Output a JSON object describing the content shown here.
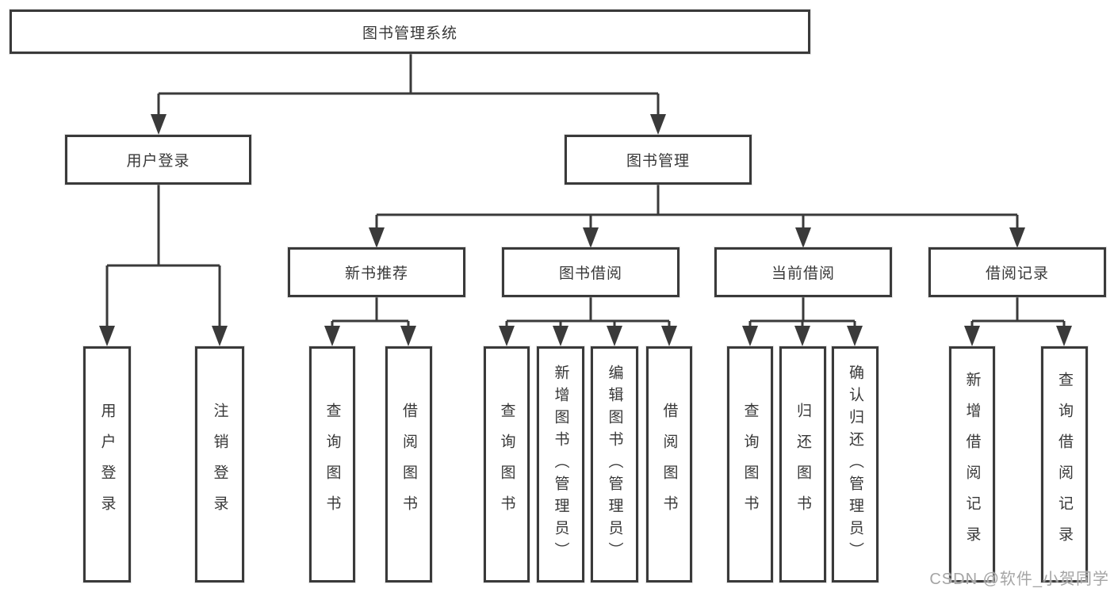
{
  "tree": {
    "label": "图书管理系统",
    "children": [
      {
        "label": "用户登录",
        "children": [
          {
            "label": "用户登录"
          },
          {
            "label": "注销登录"
          }
        ]
      },
      {
        "label": "图书管理",
        "children": [
          {
            "label": "新书推荐",
            "children": [
              {
                "label": "查询图书"
              },
              {
                "label": "借阅图书"
              }
            ]
          },
          {
            "label": "图书借阅",
            "children": [
              {
                "label": "查询图书"
              },
              {
                "label": "新增图书（管理员）"
              },
              {
                "label": "编辑图书（管理员）"
              },
              {
                "label": "借阅图书"
              }
            ]
          },
          {
            "label": "当前借阅",
            "children": [
              {
                "label": "查询图书"
              },
              {
                "label": "归还图书"
              },
              {
                "label": "确认归还（管理员）"
              }
            ]
          },
          {
            "label": "借阅记录",
            "children": [
              {
                "label": "新增借阅记录"
              },
              {
                "label": "查询借阅记录"
              }
            ]
          }
        ]
      }
    ]
  },
  "watermark": "CSDN @软件_小贺同学",
  "colors": {
    "line": "#3a3a3a",
    "text": "#383838",
    "wm": "#a5a5a5",
    "bg": "#ffffff"
  }
}
